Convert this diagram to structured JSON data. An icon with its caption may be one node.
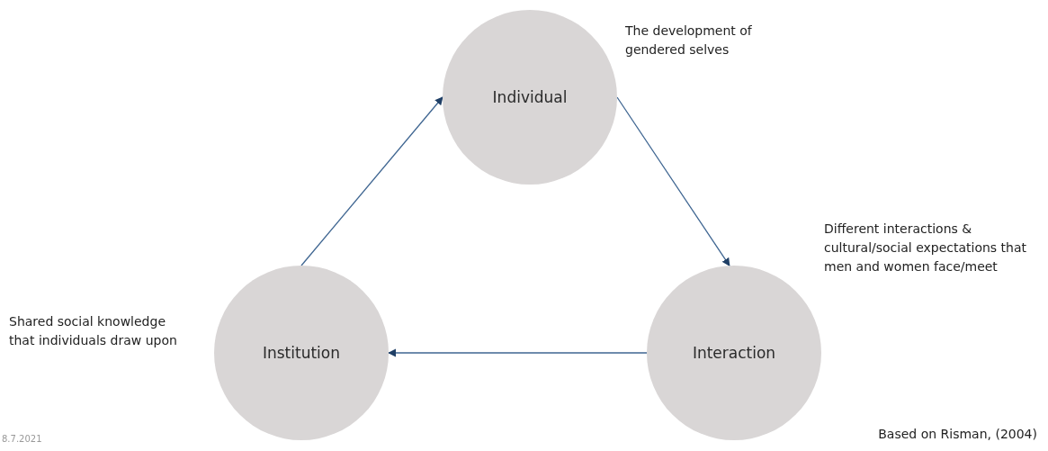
{
  "diagram": {
    "nodes": [
      {
        "text": [
          "Individual"
        ],
        "beside": [
          "The development of gendered selves"
        ]
      },
      {
        "text": [
          "Interaction"
        ],
        "beside": [
          "Different interactions & cultural/social expectations that men and women face/meet"
        ]
      },
      {
        "text": [
          "Institution"
        ],
        "beside": [
          "Shared social knowledge that individuals draw upon"
        ]
      }
    ],
    "edges": [
      {
        "from": 2,
        "to": 0,
        "arrow": "to"
      },
      {
        "from": 0,
        "to": 1,
        "arrow": "to"
      },
      {
        "from": 1,
        "to": 2,
        "arrow": "to"
      }
    ],
    "labels": [
      "8.7.2021",
      "Based on Risman, (2004)"
    ]
  }
}
